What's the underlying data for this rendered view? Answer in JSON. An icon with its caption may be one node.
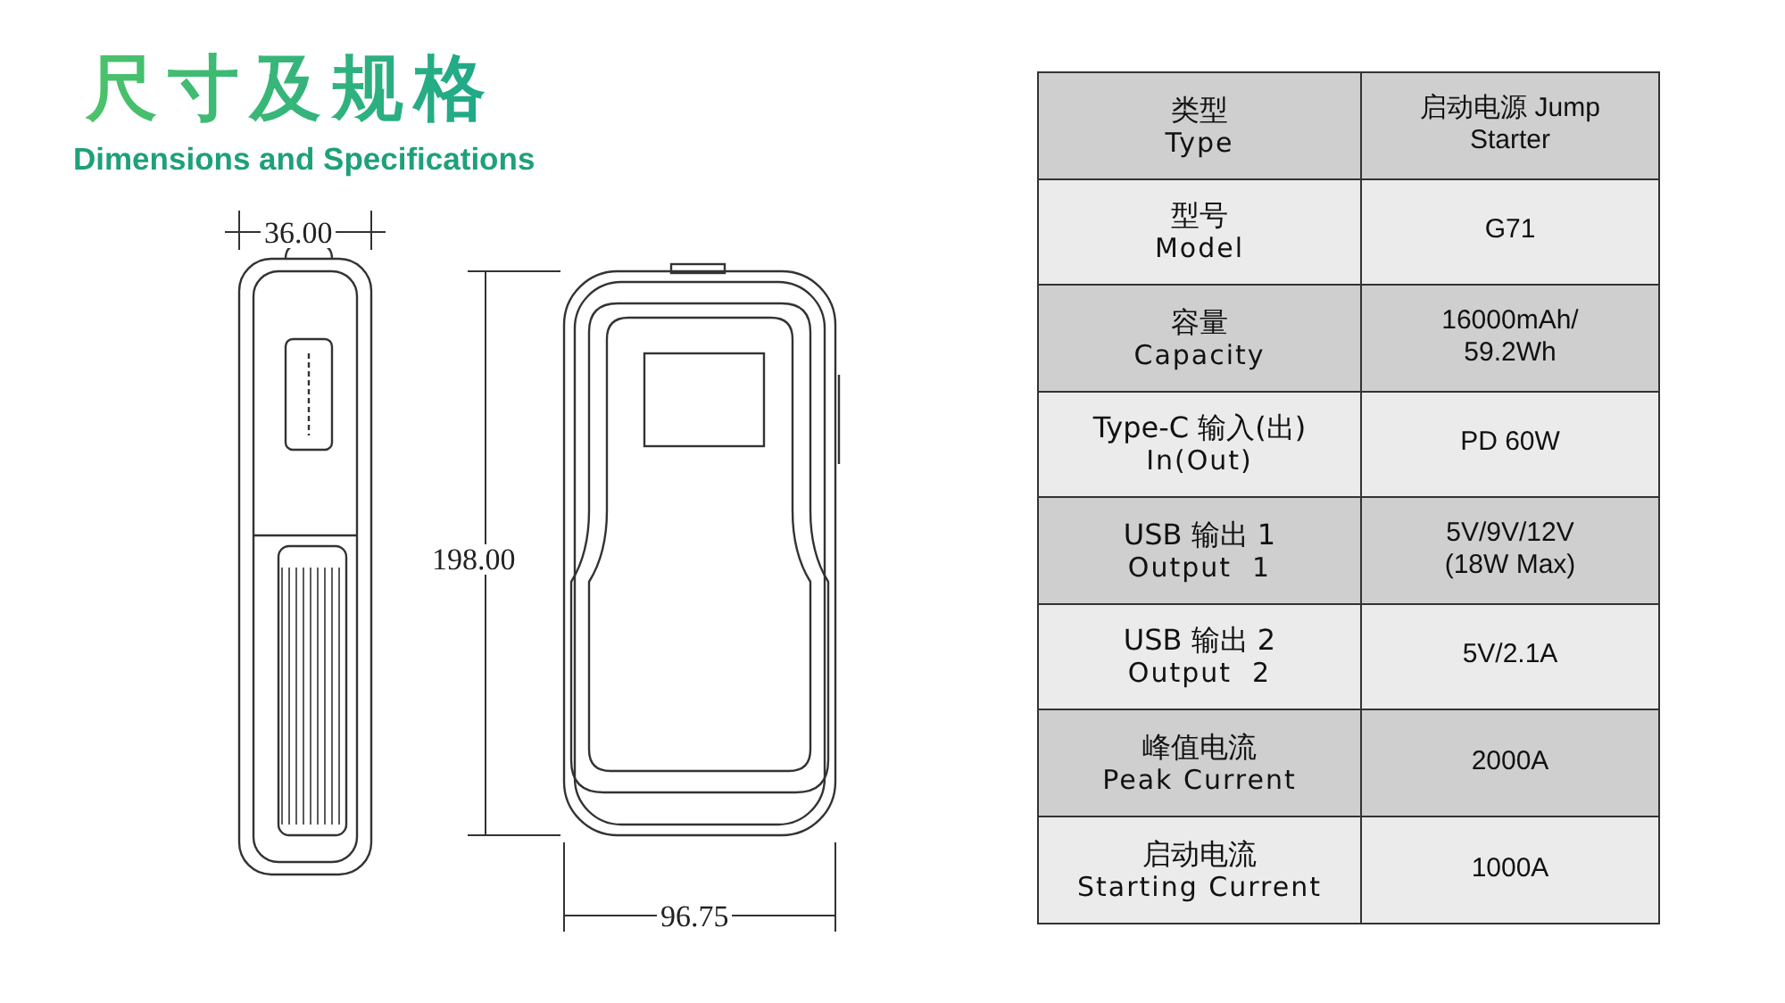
{
  "diagram": {
    "title": "尺寸及规格",
    "labels": [
      "Dimensions and Specifications",
      "36.00",
      "198.00",
      "96.75",
      "类型",
      "Type",
      "启动电源 Jump Starter",
      "型号",
      "Model",
      "G71",
      "容量",
      "Capacity",
      "16000mAh/ 59.2Wh",
      "Type-C 输入(出)",
      "In(Out)",
      "PD 60W",
      "USB 输出 1",
      "Output  1",
      "5V/9V/12V (18W Max)",
      "USB 输出 2",
      "Output  2",
      "5V/2.1A",
      "峰值电流",
      "Peak Current",
      "2000A",
      "启动电流",
      "Starting Current",
      "1000A"
    ]
  }
}
